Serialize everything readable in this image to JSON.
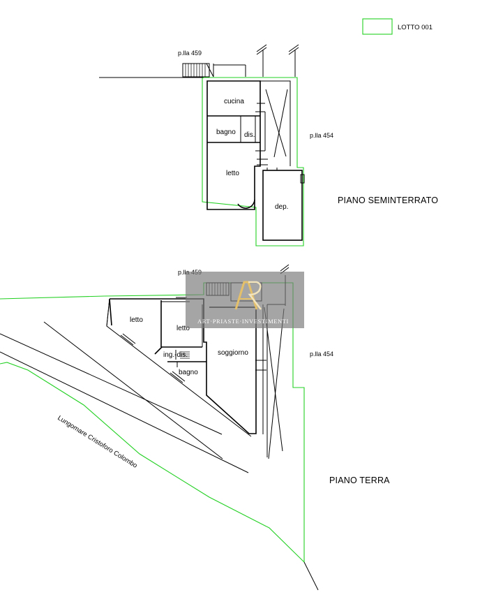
{
  "legend": {
    "label": "LOTTO 001",
    "color": "#22d022"
  },
  "floors": {
    "semi": {
      "title": "PIANO SEMINTERRATO",
      "parcel_top": "p.lla 459",
      "parcel_right": "p.lla 454",
      "rooms": {
        "kitchen": "cucina",
        "bath": "bagno",
        "hall": "dis.",
        "bedroom": "letto",
        "storage": "dep."
      }
    },
    "ground": {
      "title": "PIANO TERRA",
      "parcel_top": "p.lla 459",
      "parcel_right": "p.lla 454",
      "rooms": {
        "bedroom1": "letto",
        "bedroom2": "letto",
        "entrance": "ing.-dis.",
        "bath": "bagno",
        "living": "soggiorno"
      }
    }
  },
  "street": "Lungomare Cristoforo Colombo",
  "watermark": {
    "text": "ART·PRIASTE·INVESTIMENTI",
    "monogram_icon": "ar-monogram-logo"
  }
}
